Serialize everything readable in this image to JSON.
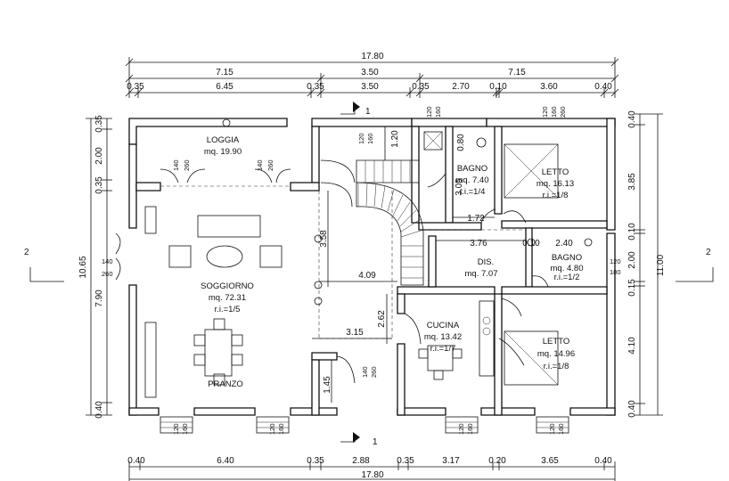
{
  "dimensions": {
    "top_total": "17.80",
    "top_row1": [
      "7.15",
      "3.50",
      "7.15"
    ],
    "top_row2": [
      "0.35",
      "6.45",
      "0.35",
      "3.50",
      "0.35",
      "2.70",
      "0.10",
      "3.60",
      "0.40"
    ],
    "bottom_row": [
      "0.40",
      "6.40",
      "0.35",
      "2.88",
      "0.35",
      "3.17",
      "0.20",
      "3.65",
      "0.40"
    ],
    "bottom_total": "17.80",
    "left_total": "10.65",
    "left_row": [
      "0.35",
      "2.00",
      "0.35",
      "7.90",
      "0.40"
    ],
    "right_total": "11.00",
    "right_row": [
      "0.40",
      "3.85",
      "0.10",
      "2.00",
      "0.15",
      "4.10",
      "0.40"
    ]
  },
  "rooms": {
    "loggia": {
      "name": "LOGGIA",
      "area": "mq. 19.90"
    },
    "soggiorno": {
      "name": "SOGGIORNO",
      "area": "mq. 72.31",
      "ri": "r.i.=1/5"
    },
    "pranzo": {
      "name": "PRANZO"
    },
    "bagno1": {
      "name": "BAGNO",
      "area": "mq. 7.40",
      "ri": "r.i.=1/4"
    },
    "letto1": {
      "name": "LETTO",
      "area": "mq. 16.13",
      "ri": "r.i.=1/8"
    },
    "dis": {
      "name": "DIS.",
      "area": "mq. 7.07"
    },
    "bagno2": {
      "name": "BAGNO",
      "area": "mq. 4.80",
      "ri": "r.i.=1/2"
    },
    "cucina": {
      "name": "CUCINA",
      "area": "mq. 13.42",
      "ri": "r.i.=1/7"
    },
    "letto2": {
      "name": "LETTO",
      "area": "mq. 14.96",
      "ri": "r.i.=1/8"
    }
  },
  "interior_dims": {
    "d358": "3.58",
    "d409": "4.09",
    "d262": "2.62",
    "d315": "3.15",
    "d145": "1.45",
    "d120": "1.20",
    "d080": "0.80",
    "d305": "3.05",
    "d172": "1.72",
    "d376": "3.76",
    "d010": "0.10",
    "d240": "2.40"
  },
  "openings": {
    "o120": "120",
    "o140": "140",
    "o160": "160",
    "o180": "180",
    "o260": "260"
  },
  "sections": {
    "s1": "1",
    "s2": "2"
  }
}
